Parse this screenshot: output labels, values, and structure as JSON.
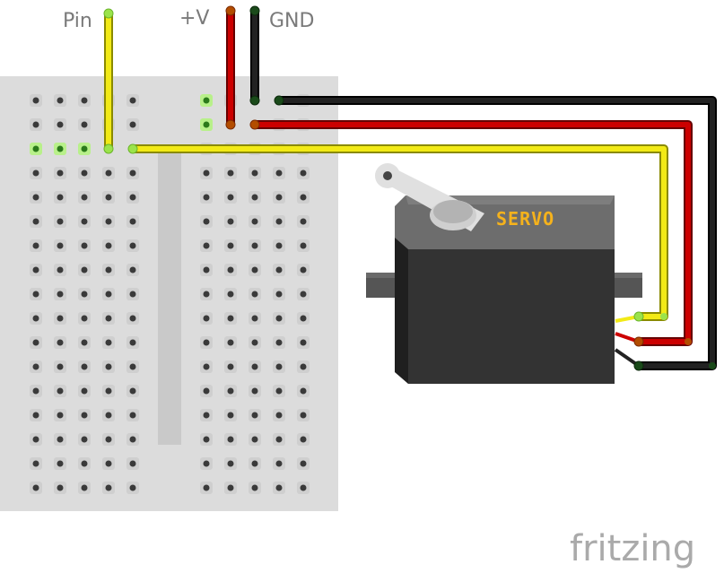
{
  "labels": {
    "pin": "Pin",
    "vplus": "+V",
    "gnd": "GND"
  },
  "servo": {
    "label": "SERVO"
  },
  "brand": "fritzing",
  "colors": {
    "signal_wire": "#f2ea16",
    "power_wire": "#cc0000",
    "ground_wire": "#222222",
    "breadboard": "#dcdcdc",
    "servo_body": "#333333",
    "servo_label": "#f5b21c"
  },
  "icons": [
    "breadboard",
    "servo-motor",
    "fritzing-logo"
  ]
}
